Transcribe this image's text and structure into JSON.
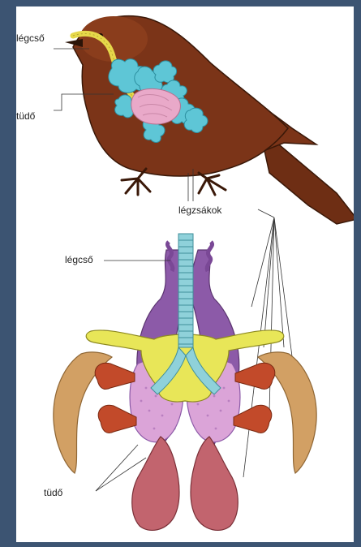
{
  "labels": {
    "trachea_top": "légcső",
    "lung_top": "tüdő",
    "air_sacs": "légzsákok",
    "trachea_bottom": "légcső",
    "lung_bottom": "tüdő"
  },
  "colors": {
    "frame": "#3c5472",
    "bird_body": "#7b3418",
    "bird_body_dark": "#5a2410",
    "trachea_yellow": "#e6d84a",
    "air_sac_blue": "#5ec6d6",
    "lung_pink": "#e9a9c9",
    "purple_sac": "#8c5aa8",
    "yellow_sac": "#e8e658",
    "orange_sac": "#c24a2a",
    "tan_sac": "#d2a064",
    "pink_sac": "#c2646e",
    "trachea_cyan": "#8fd1da",
    "lung_lilac": "#dba4d8"
  }
}
